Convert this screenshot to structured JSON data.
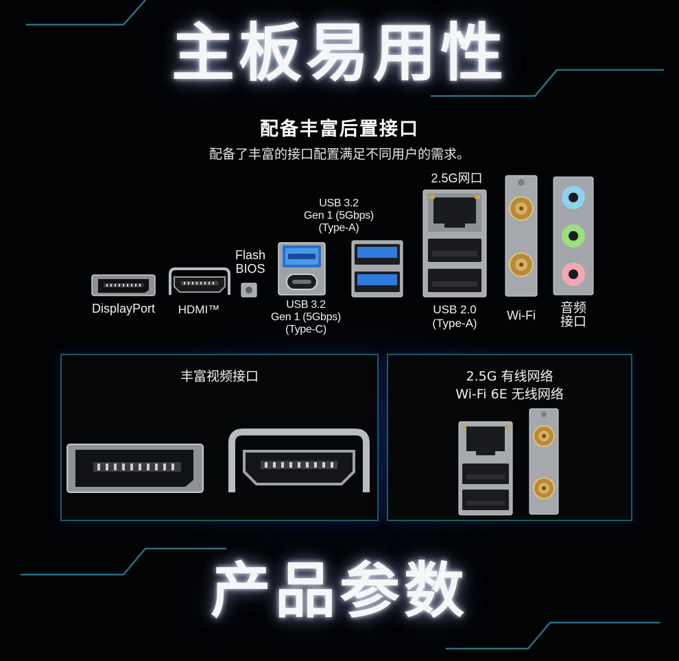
{
  "header": {
    "title": "主板易用性"
  },
  "section": {
    "title": "配备丰富后置接口",
    "description": "配备了丰富的接口配置满足不同用户的需求。"
  },
  "ports": {
    "displayport": "DisplayPort",
    "hdmi": "HDMI™",
    "flash_bios": [
      "Flash",
      "BIOS"
    ],
    "usb_type_a": [
      "USB 3.2",
      "Gen 1 (5Gbps)",
      "(Type-A)"
    ],
    "usb_type_c": [
      "USB 3.2",
      "Gen 1 (5Gbps)",
      "(Type-C)"
    ],
    "lan": "2.5G网口",
    "usb2": [
      "USB 2.0",
      "(Type-A)"
    ],
    "wifi": "Wi-Fi",
    "audio": [
      "音频",
      "接口"
    ]
  },
  "panels": {
    "video": {
      "title": "丰富视频接口"
    },
    "network": {
      "title_lines": [
        "2.5G 有线网络",
        "Wi-Fi 6E 无线网络"
      ]
    }
  },
  "footer": {
    "title": "产品参数"
  },
  "colors": {
    "accent_line": "#2b6f86",
    "panel_border": "#1d5a66",
    "background": "#020305"
  }
}
